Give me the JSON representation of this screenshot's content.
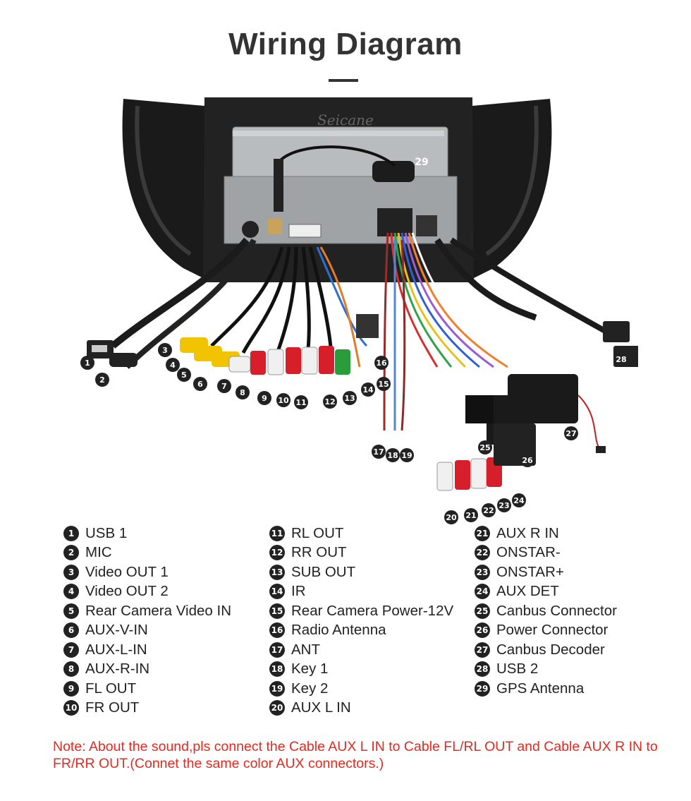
{
  "title": "Wiring Diagram",
  "watermark": "Seicane",
  "legend": {
    "col1": [
      {
        "num": "1",
        "label": "USB 1"
      },
      {
        "num": "2",
        "label": "MIC"
      },
      {
        "num": "3",
        "label": "Video OUT 1"
      },
      {
        "num": "4",
        "label": "Video OUT 2"
      },
      {
        "num": "5",
        "label": "Rear Camera Video IN"
      },
      {
        "num": "6",
        "label": "AUX-V-IN"
      },
      {
        "num": "7",
        "label": "AUX-L-IN"
      },
      {
        "num": "8",
        "label": "AUX-R-IN"
      },
      {
        "num": "9",
        "label": "FL OUT"
      },
      {
        "num": "10",
        "label": "FR OUT"
      }
    ],
    "col2": [
      {
        "num": "11",
        "label": "RL OUT"
      },
      {
        "num": "12",
        "label": "RR OUT"
      },
      {
        "num": "13",
        "label": "SUB OUT"
      },
      {
        "num": "14",
        "label": "IR"
      },
      {
        "num": "15",
        "label": "Rear Camera Power-12V"
      },
      {
        "num": "16",
        "label": "Radio Antenna"
      },
      {
        "num": "17",
        "label": "ANT"
      },
      {
        "num": "18",
        "label": "Key 1"
      },
      {
        "num": "19",
        "label": "Key 2"
      },
      {
        "num": "20",
        "label": "AUX L IN"
      }
    ],
    "col3": [
      {
        "num": "21",
        "label": "AUX R IN"
      },
      {
        "num": "22",
        "label": "ONSTAR-"
      },
      {
        "num": "23",
        "label": "ONSTAR+"
      },
      {
        "num": "24",
        "label": "AUX DET"
      },
      {
        "num": "25",
        "label": "Canbus Connector"
      },
      {
        "num": "26",
        "label": "Power Connector"
      },
      {
        "num": "27",
        "label": "Canbus Decoder"
      },
      {
        "num": "28",
        "label": "USB 2"
      },
      {
        "num": "29",
        "label": "GPS Antenna"
      }
    ]
  },
  "note": "Note: About the sound,pls connect the Cable AUX L IN to Cable FL/RL OUT and Cable AUX R IN to  FR/RR OUT.(Connet the same color AUX connectors.)",
  "colors": {
    "note": "#e8281f",
    "badge": "#222222",
    "title": "#333333"
  }
}
